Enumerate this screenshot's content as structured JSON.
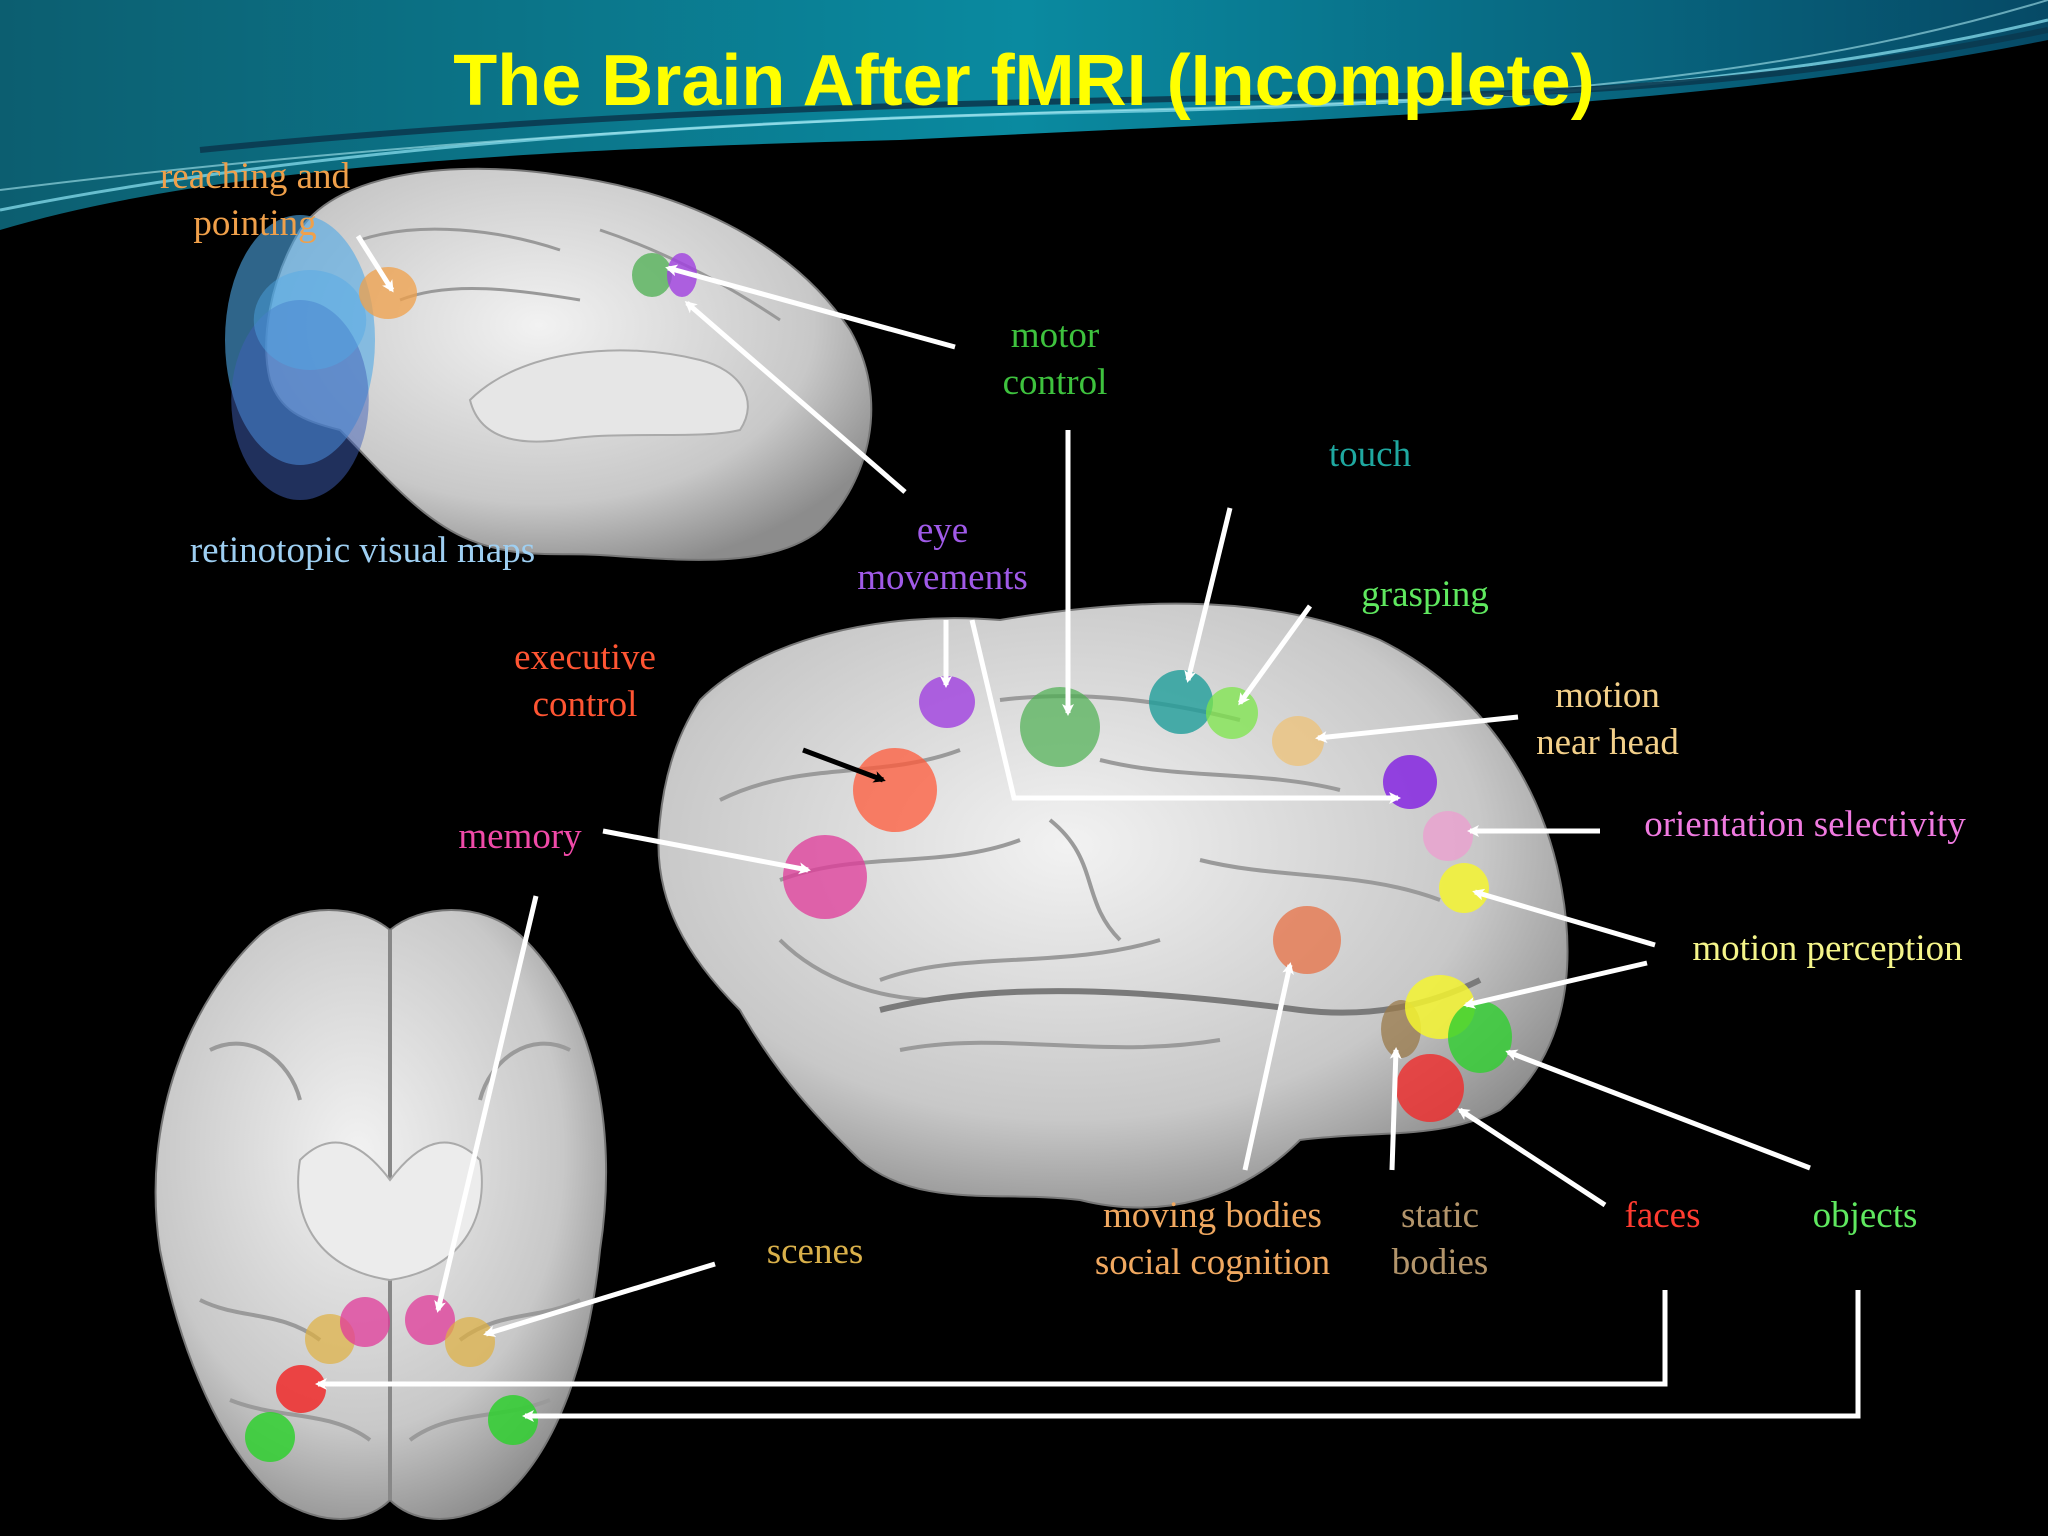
{
  "title": "The Brain After fMRI (Incomplete)",
  "colors": {
    "title": "#ffff00",
    "background": "#000000",
    "banner_teal": "#0f6f82",
    "brain_surface": "#d8d8d8",
    "arrow": "#ffffff"
  },
  "labels": {
    "reaching": {
      "line1": "reaching and",
      "line2": "pointing",
      "color": "#f0a04a"
    },
    "retinotopic": {
      "line1": "retinotopic visual maps",
      "color": "#9ecff2"
    },
    "motor": {
      "line1": "motor",
      "line2": "control",
      "color": "#3ec23e"
    },
    "touch": {
      "line1": "touch",
      "color": "#1fa8a0"
    },
    "eye": {
      "line1": "eye",
      "line2": "movements",
      "color": "#a05ae8"
    },
    "grasping": {
      "line1": "grasping",
      "color": "#5fe85f"
    },
    "executive": {
      "line1": "executive",
      "line2": "control",
      "color": "#ff5533"
    },
    "motion_head": {
      "line1": "motion",
      "line2": "near head",
      "color": "#f3d08a"
    },
    "memory": {
      "line1": "memory",
      "color": "#f04aa8"
    },
    "orientation": {
      "line1": "orientation selectivity",
      "color": "#f07ae0"
    },
    "motion_perception": {
      "line1": "motion perception",
      "color": "#f5f58a"
    },
    "scenes": {
      "line1": "scenes",
      "color": "#d9b04a"
    },
    "moving_bodies": {
      "line1": "moving bodies",
      "line2": "social cognition",
      "color": "#f0a860"
    },
    "static_bodies": {
      "line1": "static",
      "line2": "bodies",
      "color": "#b3956b"
    },
    "faces": {
      "line1": "faces",
      "color": "#ff3b30"
    },
    "objects": {
      "line1": "objects",
      "color": "#5fe85f"
    }
  },
  "regions": [
    {
      "name": "reaching-region",
      "color": "#f0a04a"
    },
    {
      "name": "motor-region-medial",
      "color": "#4caf50"
    },
    {
      "name": "eye-region-medial",
      "color": "#a040e0"
    },
    {
      "name": "retinotopic-region",
      "color": "#4fa8e6"
    },
    {
      "name": "eye-region-lateral",
      "color": "#a040e0"
    },
    {
      "name": "motor-region-lateral",
      "color": "#4caf50"
    },
    {
      "name": "touch-region",
      "color": "#1f9e9a"
    },
    {
      "name": "grasping-region",
      "color": "#7ce64a"
    },
    {
      "name": "motion-near-head-region",
      "color": "#f0c070"
    },
    {
      "name": "executive-region",
      "color": "#ff5a3a"
    },
    {
      "name": "memory-region-lateral",
      "color": "#e03a9a"
    },
    {
      "name": "eye-region-parietal",
      "color": "#8a30e0"
    },
    {
      "name": "orientation-region",
      "color": "#f09ad0"
    },
    {
      "name": "motion-perception-region",
      "color": "#f5f530"
    },
    {
      "name": "moving-bodies-region",
      "color": "#e86a3a"
    },
    {
      "name": "static-bodies-region",
      "color": "#9a7a4a"
    },
    {
      "name": "motion-perception-region-2",
      "color": "#f5f530"
    },
    {
      "name": "objects-region-lateral",
      "color": "#30d030"
    },
    {
      "name": "faces-region-lateral",
      "color": "#f02a2a"
    },
    {
      "name": "scenes-region-ventral-left",
      "color": "#e0b040"
    },
    {
      "name": "memory-region-ventral-left",
      "color": "#e03a9a"
    },
    {
      "name": "memory-region-ventral-right",
      "color": "#e03a9a"
    },
    {
      "name": "scenes-region-ventral-right",
      "color": "#e0b040"
    },
    {
      "name": "faces-region-ventral",
      "color": "#f02a2a"
    },
    {
      "name": "objects-region-ventral-left",
      "color": "#30d030"
    },
    {
      "name": "objects-region-ventral-right",
      "color": "#30d030"
    }
  ]
}
